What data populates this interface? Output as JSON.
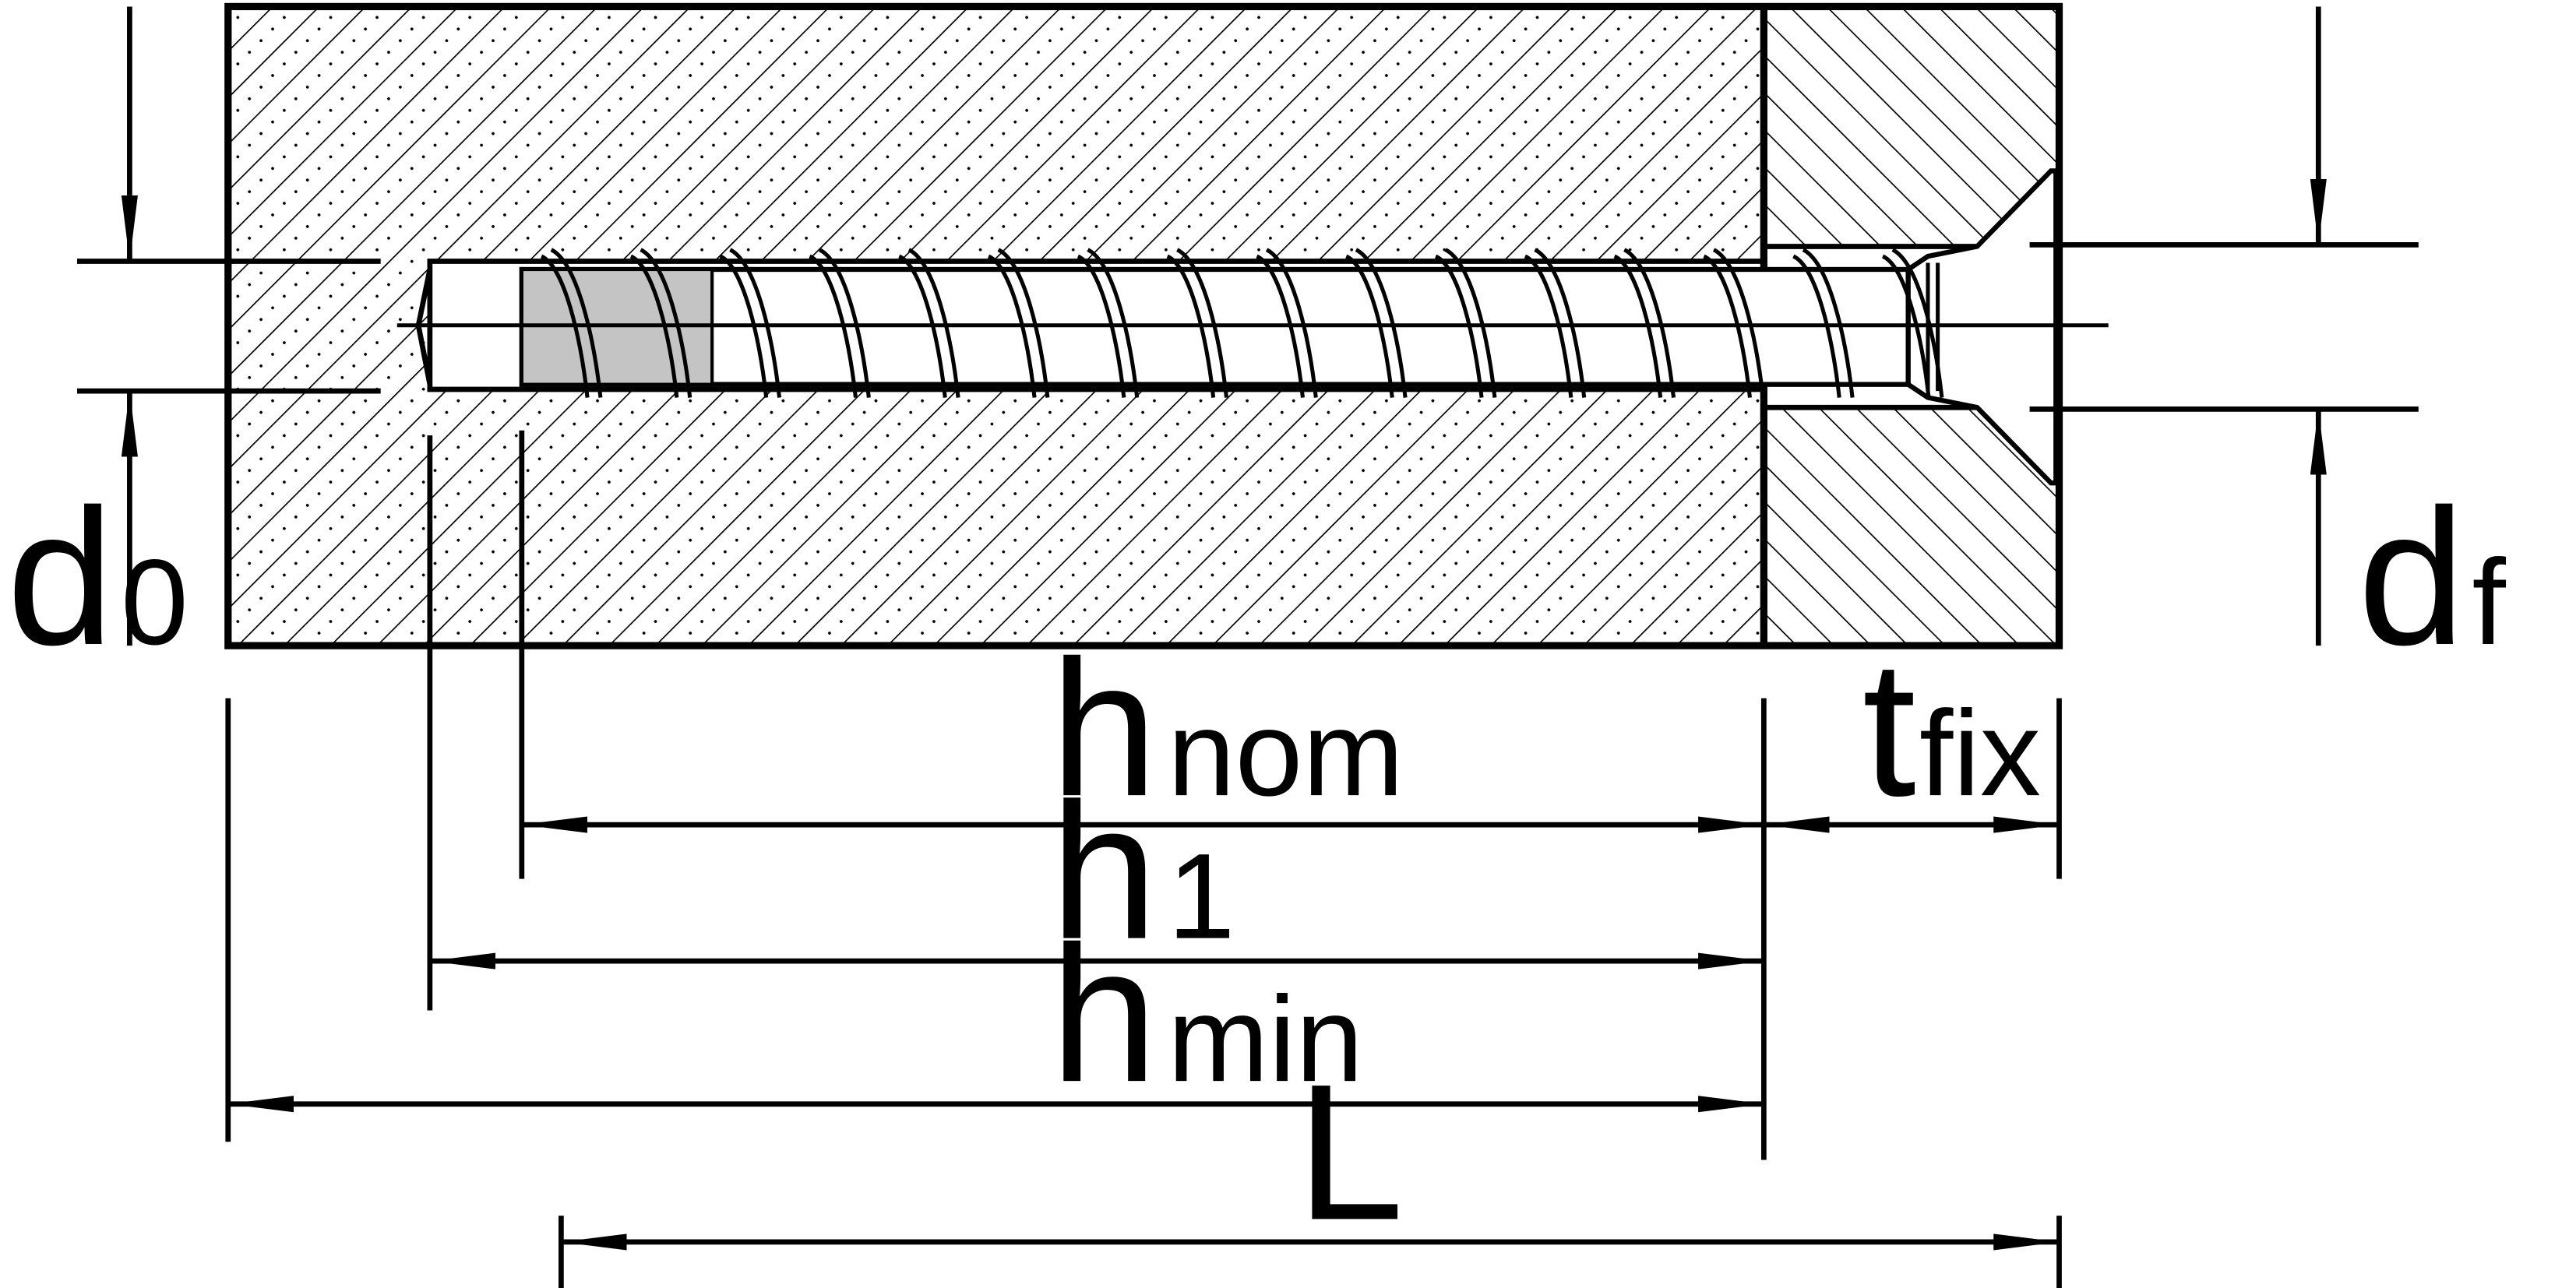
{
  "diagram": {
    "colors": {
      "line": "#000000",
      "background": "#ffffff",
      "grey_sleeve": "#c4c4c4",
      "screw_fill": "#ffffff"
    },
    "labels": {
      "d0": {
        "main": "d",
        "sub": "0"
      },
      "df": {
        "main": "d",
        "sub": "f"
      },
      "hnom": {
        "main": "h",
        "sub": "nom"
      },
      "tfix": {
        "main": "t",
        "sub": "fix"
      },
      "h1": {
        "main": "h",
        "sub": "1"
      },
      "hmin": {
        "main": "h",
        "sub": "min"
      },
      "L": {
        "main": "L",
        "sub": ""
      }
    },
    "thread_turns": 16
  }
}
